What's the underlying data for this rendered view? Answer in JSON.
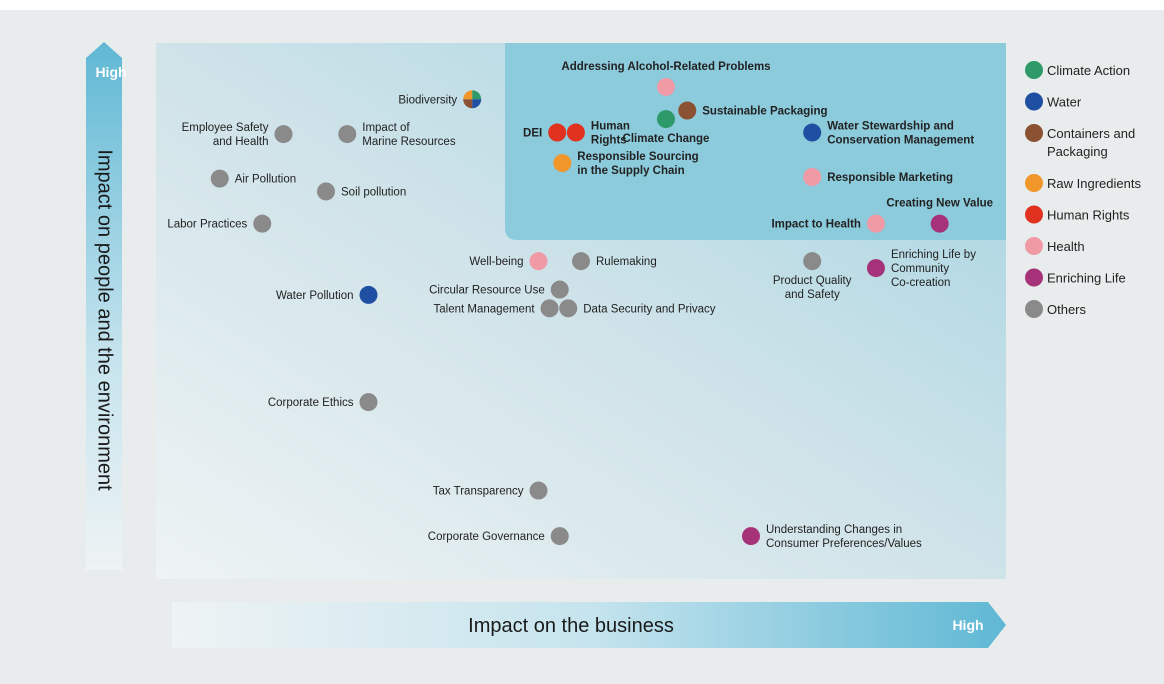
{
  "chart_data": {
    "type": "scatter",
    "xlabel": "Impact on the business",
    "ylabel": "Impact on people and the environment",
    "x_high_label": "High",
    "y_high_label": "High",
    "colors": {
      "Climate Action": "#2e9a6a",
      "Water": "#1f4fa3",
      "Containers and Packaging": "#8a5232",
      "Raw Ingredients": "#f0962a",
      "Human Rights": "#e0321f",
      "Health": "#f09aa6",
      "Enriching Life": "#a6337a",
      "Others": "#8a8a8a"
    },
    "legend": [
      {
        "name": "Climate Action",
        "lines": [
          "Climate Action"
        ]
      },
      {
        "name": "Water",
        "lines": [
          "Water"
        ]
      },
      {
        "name": "Containers and Packaging",
        "lines": [
          "Containers and",
          "Packaging"
        ]
      },
      {
        "name": "Raw Ingredients",
        "lines": [
          "Raw Ingredients"
        ]
      },
      {
        "name": "Human Rights",
        "lines": [
          "Human Rights"
        ]
      },
      {
        "name": "Health",
        "lines": [
          "Health"
        ]
      },
      {
        "name": "Enriching Life",
        "lines": [
          "Enriching Life"
        ]
      },
      {
        "name": "Others",
        "lines": [
          "Others"
        ]
      }
    ],
    "points": [
      {
        "label": [
          "Biodiversity"
        ],
        "x": 37.2,
        "y": 89.5,
        "cat": "Multi",
        "side": "left",
        "bold": false
      },
      {
        "label": [
          "Employee Safety",
          "and Health"
        ],
        "x": 15.0,
        "y": 83.0,
        "cat": "Others",
        "side": "left",
        "bold": false
      },
      {
        "label": [
          "Impact of",
          "Marine Resources"
        ],
        "x": 22.5,
        "y": 83.0,
        "cat": "Others",
        "side": "right",
        "bold": false
      },
      {
        "label": [
          "Air Pollution"
        ],
        "x": 7.5,
        "y": 74.7,
        "cat": "Others",
        "side": "right",
        "bold": false
      },
      {
        "label": [
          "Soil pollution"
        ],
        "x": 20.0,
        "y": 72.3,
        "cat": "Others",
        "side": "right",
        "bold": false
      },
      {
        "label": [
          "Labor Practices"
        ],
        "x": 12.5,
        "y": 66.3,
        "cat": "Others",
        "side": "left",
        "bold": false
      },
      {
        "label": [
          "Addressing Alcohol-Related Problems"
        ],
        "x": 60.0,
        "y": 91.8,
        "cat": "Health",
        "side": "above",
        "bold": true
      },
      {
        "label": [
          "Sustainable Packaging"
        ],
        "x": 62.5,
        "y": 87.4,
        "cat": "Containers and Packaging",
        "side": "right",
        "bold": true
      },
      {
        "label": [
          "Climate Change"
        ],
        "x": 60.0,
        "y": 85.8,
        "cat": "Climate Action",
        "side": "below",
        "bold": true
      },
      {
        "label": [],
        "x": 47.2,
        "y": 83.3,
        "cat": "Human Rights",
        "side": "right",
        "bold": true
      },
      {
        "label": [
          "Human",
          "Rights"
        ],
        "x": 49.4,
        "y": 83.3,
        "cat": "Human Rights",
        "side": "right",
        "bold": true
      },
      {
        "label": [
          "DEI"
        ],
        "x": 47.2,
        "y": 83.3,
        "cat": "None",
        "side": "left",
        "bold": true
      },
      {
        "label": [
          "Responsible Sourcing",
          "in the Supply Chain"
        ],
        "x": 47.8,
        "y": 77.6,
        "cat": "Raw Ingredients",
        "side": "right",
        "bold": true
      },
      {
        "label": [
          "Water Stewardship and",
          "Conservation Management"
        ],
        "x": 77.2,
        "y": 83.3,
        "cat": "Water",
        "side": "right",
        "bold": true
      },
      {
        "label": [
          "Responsible Marketing"
        ],
        "x": 77.2,
        "y": 75.0,
        "cat": "Health",
        "side": "right",
        "bold": true
      },
      {
        "label": [
          "Impact to Health"
        ],
        "x": 84.7,
        "y": 66.3,
        "cat": "Health",
        "side": "left",
        "bold": true
      },
      {
        "label": [
          "Creating New Value"
        ],
        "x": 92.2,
        "y": 66.3,
        "cat": "Enriching Life",
        "side": "above",
        "bold": true
      },
      {
        "label": [
          "Well-being"
        ],
        "x": 45.0,
        "y": 59.3,
        "cat": "Health",
        "side": "left",
        "bold": false
      },
      {
        "label": [
          "Rulemaking"
        ],
        "x": 50.0,
        "y": 59.3,
        "cat": "Others",
        "side": "right",
        "bold": false
      },
      {
        "label": [
          "Product Quality",
          "and Safety"
        ],
        "x": 77.2,
        "y": 59.3,
        "cat": "Others",
        "side": "below",
        "bold": false
      },
      {
        "label": [
          "Enriching Life by",
          "Community",
          "Co-creation"
        ],
        "x": 84.7,
        "y": 58.0,
        "cat": "Enriching Life",
        "side": "right",
        "bold": false
      },
      {
        "label": [
          "Water Pollution"
        ],
        "x": 25.0,
        "y": 53.0,
        "cat": "Water",
        "side": "left",
        "bold": false
      },
      {
        "label": [
          "Circular Resource Use"
        ],
        "x": 47.5,
        "y": 54.0,
        "cat": "Others",
        "side": "left",
        "bold": false
      },
      {
        "label": [
          "Talent Management"
        ],
        "x": 46.3,
        "y": 50.5,
        "cat": "Others",
        "side": "left",
        "bold": false
      },
      {
        "label": [
          "Data Security and Privacy"
        ],
        "x": 48.5,
        "y": 50.5,
        "cat": "Others",
        "side": "right",
        "bold": false
      },
      {
        "label": [
          "Corporate Ethics"
        ],
        "x": 25.0,
        "y": 33.0,
        "cat": "Others",
        "side": "left",
        "bold": false
      },
      {
        "label": [
          "Tax Transparency"
        ],
        "x": 45.0,
        "y": 16.5,
        "cat": "Others",
        "side": "left",
        "bold": false
      },
      {
        "label": [
          "Corporate Governance"
        ],
        "x": 47.5,
        "y": 8.0,
        "cat": "Others",
        "side": "left",
        "bold": false
      },
      {
        "label": [
          "Understanding Changes in",
          "Consumer Preferences/Values"
        ],
        "x": 70.0,
        "y": 8.0,
        "cat": "Enriching Life",
        "side": "right",
        "bold": false
      }
    ]
  }
}
